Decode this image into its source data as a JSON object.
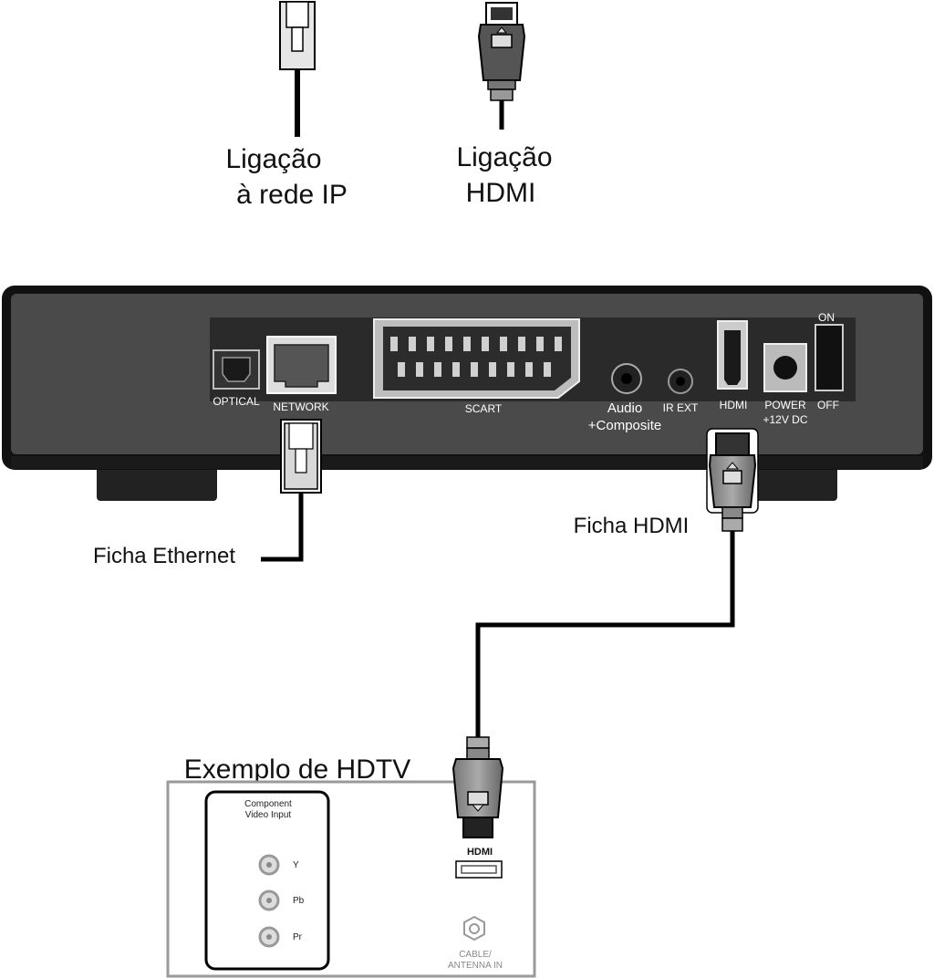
{
  "legend": {
    "network_line1": "Ligação",
    "network_line2": "à rede IP",
    "hdmi_line1": "Ligação",
    "hdmi_line2": "HDMI"
  },
  "device": {
    "ports": {
      "optical": "OPTICAL",
      "network": "NETWORK",
      "scart": "SCART",
      "audio_line1": "Audio",
      "audio_line2": "+Composite",
      "ir_ext": "IR EXT",
      "hdmi": "HDMI",
      "power_line1": "POWER",
      "power_line2": "+12V DC",
      "switch_on": "ON",
      "switch_off": "OFF"
    }
  },
  "cables": {
    "ethernet_label": "Ficha Ethernet",
    "hdmi_label": "Ficha HDMI"
  },
  "tv": {
    "title": "Exemplo de HDTV",
    "component_line1": "Component",
    "component_line2": "Video Input",
    "y": "Y",
    "pb": "Pb",
    "pr": "Pr",
    "hdmi": "HDMI",
    "antenna_line1": "CABLE/",
    "antenna_line2": "ANTENNA IN"
  }
}
